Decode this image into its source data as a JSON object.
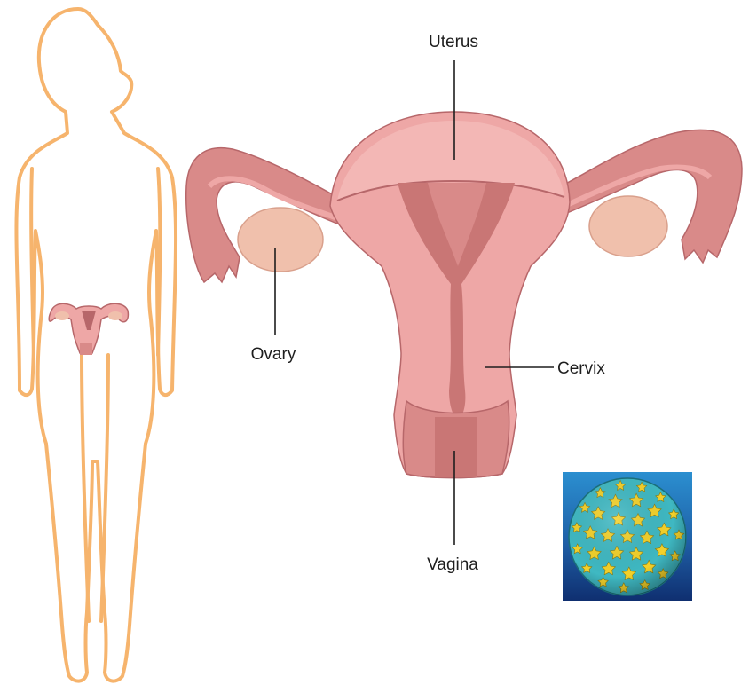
{
  "labels": {
    "uterus": "Uterus",
    "ovary": "Ovary",
    "cervix": "Cervix",
    "vagina": "Vagina"
  },
  "colors": {
    "body_outline": "#f6b46d",
    "tissue_light": "#eea7a6",
    "tissue_mid": "#d98a89",
    "tissue_dark": "#b7676a",
    "ovary": "#f0c0ac",
    "virus_capsid": "#3fb8c2",
    "virus_capsomere": "#f3d12a",
    "panel_blue": "#1f5fa6"
  },
  "icons": {
    "body_silhouette": "human-body-outline",
    "virus_image": "papillomavirus-particle"
  }
}
